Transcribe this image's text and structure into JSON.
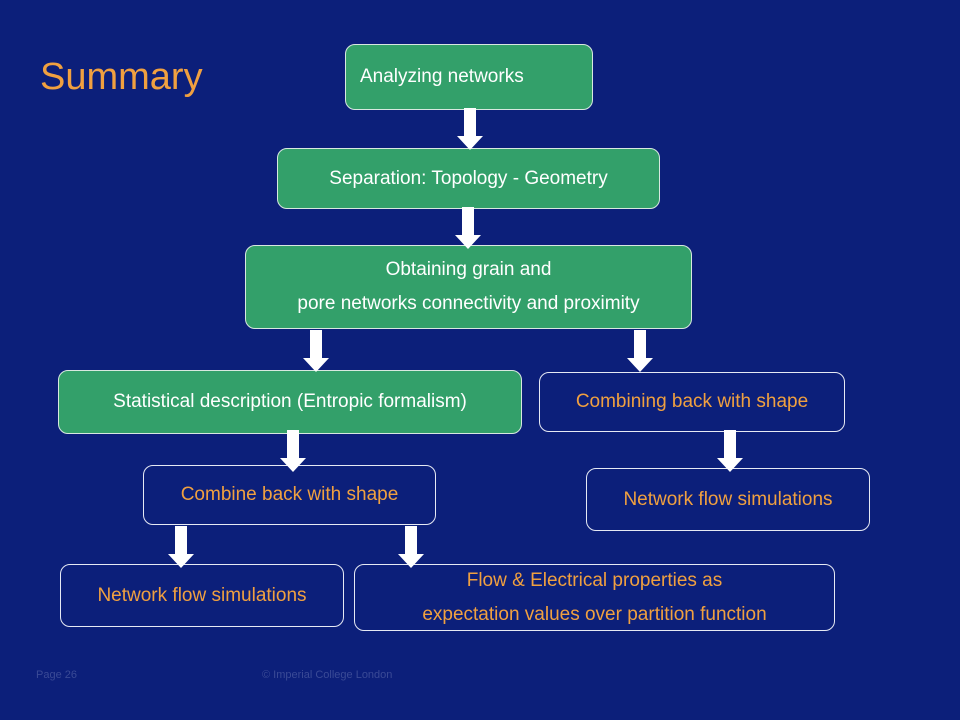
{
  "slide": {
    "title": "Summary",
    "footer_page": "Page 26",
    "footer_copyright": "© Imperial College London"
  },
  "nodes": {
    "analyzing": "Analyzing networks",
    "separation": "Separation: Topology - Geometry",
    "obtaining_line1": "Obtaining grain and",
    "obtaining_line2": "pore networks connectivity and proximity",
    "statistical": "Statistical description (Entropic formalism)",
    "combining_back": "Combining back with shape",
    "combine_back": "Combine back with shape",
    "network_flow_right": "Network flow simulations",
    "network_flow_left": "Network flow simulations",
    "flow_electrical_line1": "Flow & Electrical properties as",
    "flow_electrical_line2": "expectation  values over partition function"
  },
  "colors": {
    "background": "#0c1f7a",
    "box_fill": "#33a06a",
    "accent_text": "#f0a040",
    "arrow": "#ffffff"
  }
}
